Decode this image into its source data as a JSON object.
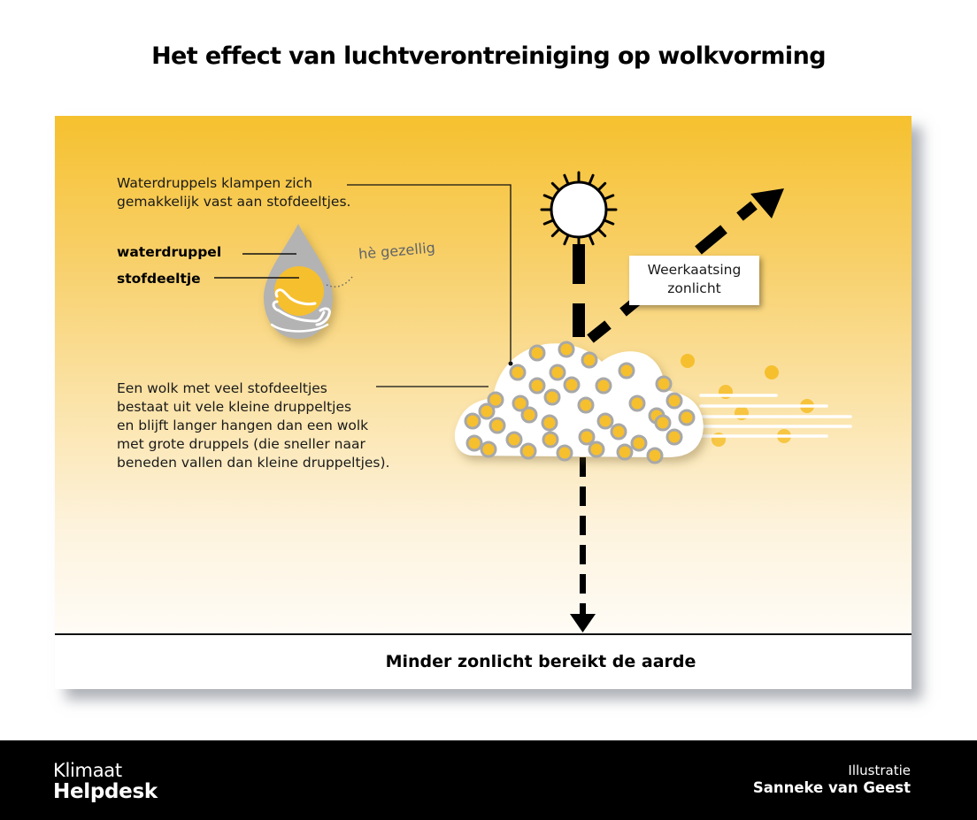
{
  "title": "Het effect van luchtverontreiniging op wolkvorming",
  "diagram": {
    "note_top": {
      "line1": "Waterdruppels klampen zich",
      "line2": "gemakkelijk vast aan stofdeeltjes."
    },
    "droplet_labels": {
      "water": "waterdruppel",
      "dust": "stofdeeltje",
      "speech": "hè gezellig"
    },
    "note_cloud": {
      "line1": "Een wolk met veel stofdeeltjes",
      "line2": "bestaat uit vele kleine druppeltjes",
      "line3": "en blijft langer hangen dan een wolk",
      "line4": "met grote druppels (die sneller naar",
      "line5": "beneden vallen dan kleine druppeltjes)."
    },
    "reflection_label": {
      "line1": "Weerkaatsing",
      "line2": "zonlicht"
    },
    "ground_label": "Minder zonlicht bereikt de aarde",
    "icons": [
      "sun-icon",
      "cloud-icon",
      "water-drop-icon",
      "hug-arms-icon",
      "reflect-arrow-icon",
      "down-arrow-icon",
      "wind-lines-icon"
    ],
    "colors": {
      "sky_top": "#f6c12f",
      "sky_bottom": "#fffcf6",
      "particle": "#f6bf2e",
      "particle_ring": "#a8a8a8",
      "drop": "#b3b3b3",
      "ink": "#000000"
    }
  },
  "footer": {
    "brand_line1": "Klimaat",
    "brand_line2": "Helpdesk",
    "credit_line1": "Illustratie",
    "credit_line2": "Sanneke van Geest"
  }
}
